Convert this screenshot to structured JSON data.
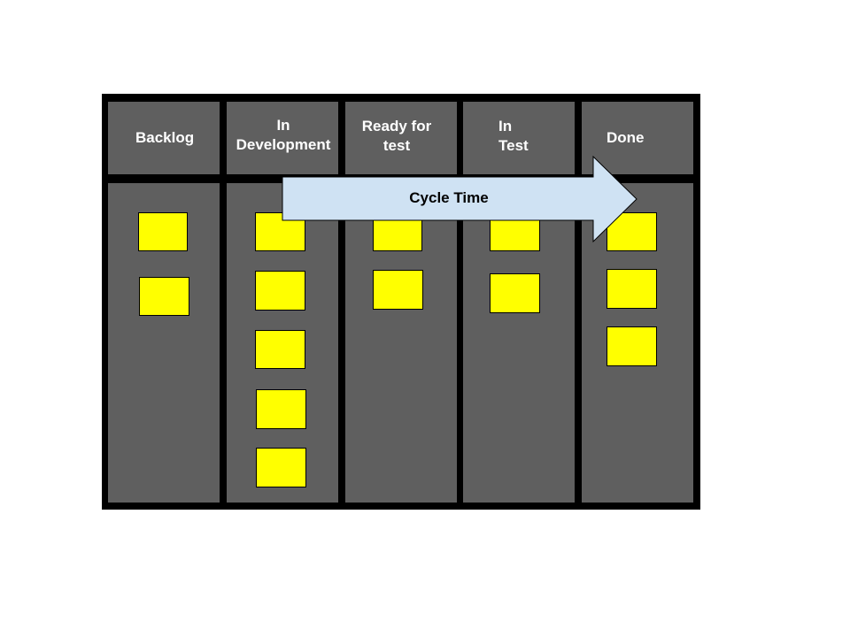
{
  "columns": [
    {
      "label": "Backlog"
    },
    {
      "label": "In\nDevelopment"
    },
    {
      "label": "Ready for\ntest"
    },
    {
      "label": "In\nTest"
    },
    {
      "label": "Done"
    }
  ],
  "arrow": {
    "label": "Cycle Time"
  },
  "colors": {
    "board_border": "#000000",
    "column_fill": "#5f5f5f",
    "card_fill": "#ffff00",
    "arrow_fill": "#cfe2f3",
    "header_text": "#ffffff"
  }
}
